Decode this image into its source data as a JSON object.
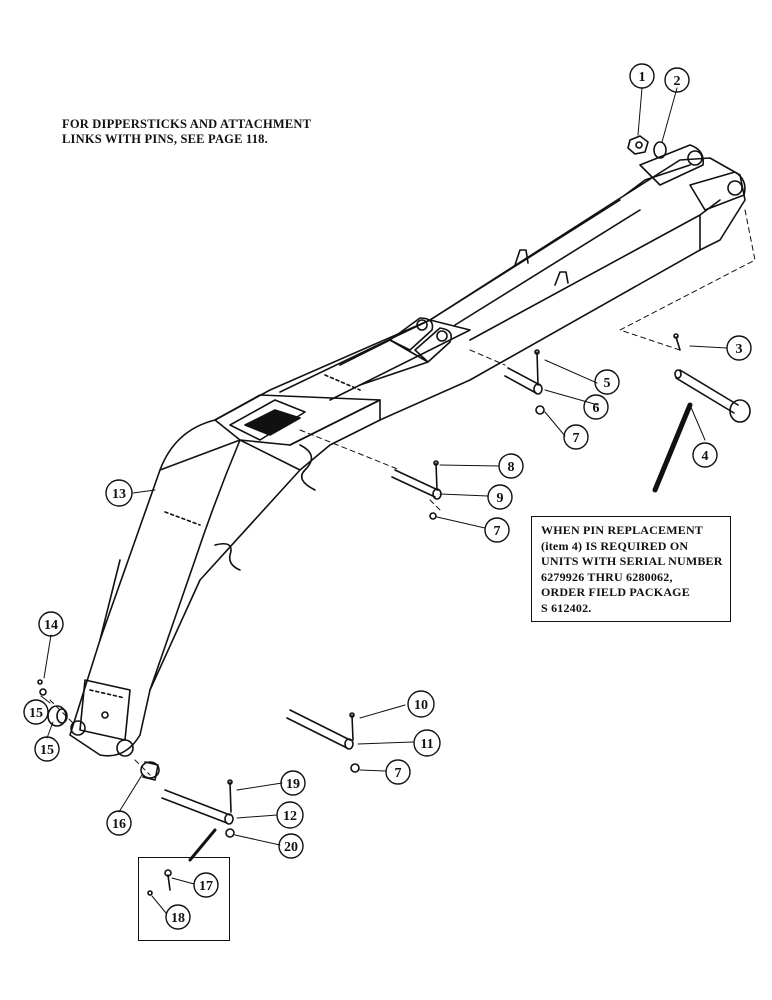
{
  "notes": {
    "dipperstick_note": [
      "FOR DIPPERSTICKS AND ATTACHMENT",
      "LINKS WITH PINS, SEE PAGE  118."
    ],
    "pin_replacement_note": [
      "WHEN PIN REPLACEMENT",
      "(item 4) IS REQUIRED ON",
      "UNITS WITH SERIAL NUMBER",
      "6279926 THRU 6280062,",
      "ORDER FIELD PACKAGE",
      "S 612402."
    ]
  },
  "callouts": [
    "1",
    "2",
    "3",
    "4",
    "5",
    "6",
    "7",
    "7",
    "8",
    "9",
    "7",
    "10",
    "11",
    "12",
    "13",
    "14",
    "15",
    "15",
    "16",
    "17",
    "18",
    "19",
    "20"
  ]
}
